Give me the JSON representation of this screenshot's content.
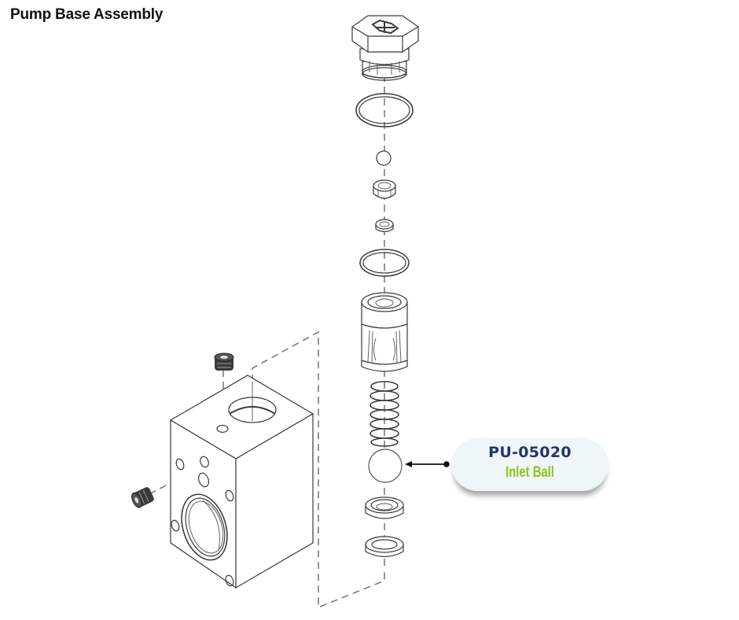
{
  "header": {
    "title": "Pump Base Assembly"
  },
  "diagram": {
    "type": "exploded-parts-view",
    "components": [
      {
        "name": "cap-plug"
      },
      {
        "name": "large-o-ring-top"
      },
      {
        "name": "small-ball"
      },
      {
        "name": "valve-cage-top"
      },
      {
        "name": "valve-seat-small"
      },
      {
        "name": "o-ring-middle"
      },
      {
        "name": "valve-cage-body"
      },
      {
        "name": "spring"
      },
      {
        "name": "inlet-ball"
      },
      {
        "name": "seat-ring-upper"
      },
      {
        "name": "seat-ring-lower"
      },
      {
        "name": "pump-base-block"
      },
      {
        "name": "set-screw-top"
      },
      {
        "name": "set-screw-side"
      }
    ]
  },
  "callout": {
    "part_number": "PU-05020",
    "part_name": "Inlet Ball",
    "colors": {
      "background": "#eef6f8",
      "part_number": "#25356e",
      "part_name": "#8dc21f"
    }
  }
}
